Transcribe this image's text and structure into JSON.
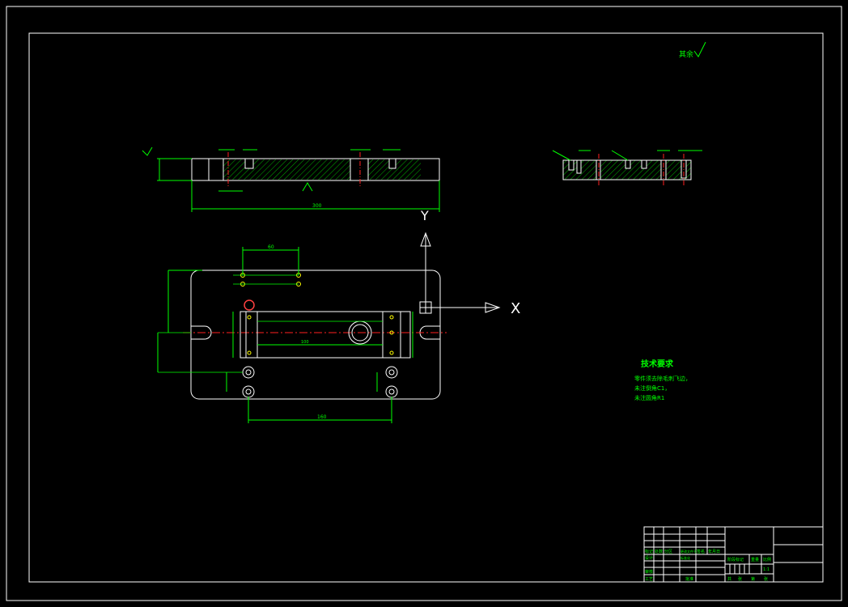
{
  "colors": {
    "background": "#000000",
    "line": "#ffffff",
    "dimension": "#00ff00",
    "centerline": "#ff2020",
    "highlight": "#ffff00"
  },
  "drawing": {
    "roughness_mark": "其余",
    "tech_requirements": {
      "title": "技术要求",
      "items": [
        "零件须去除毛刺飞边，",
        "未注倒角C1，",
        "未注圆角R1"
      ]
    },
    "axis_y": "Y",
    "axis_x": "X",
    "dim_overall_length": "300",
    "dim_bottom_span": "160",
    "dim_slot_len": "100",
    "dim_top_small": "60"
  },
  "title_block": {
    "labels": [
      "标记",
      "处数",
      "分区",
      "更改文件号",
      "签名",
      "年月日",
      "设计",
      "标准化",
      "审核",
      "工艺",
      "批准",
      "阶段标记",
      "重量",
      "比例",
      "共",
      "张",
      "第",
      "张"
    ],
    "scale": "1:1"
  }
}
